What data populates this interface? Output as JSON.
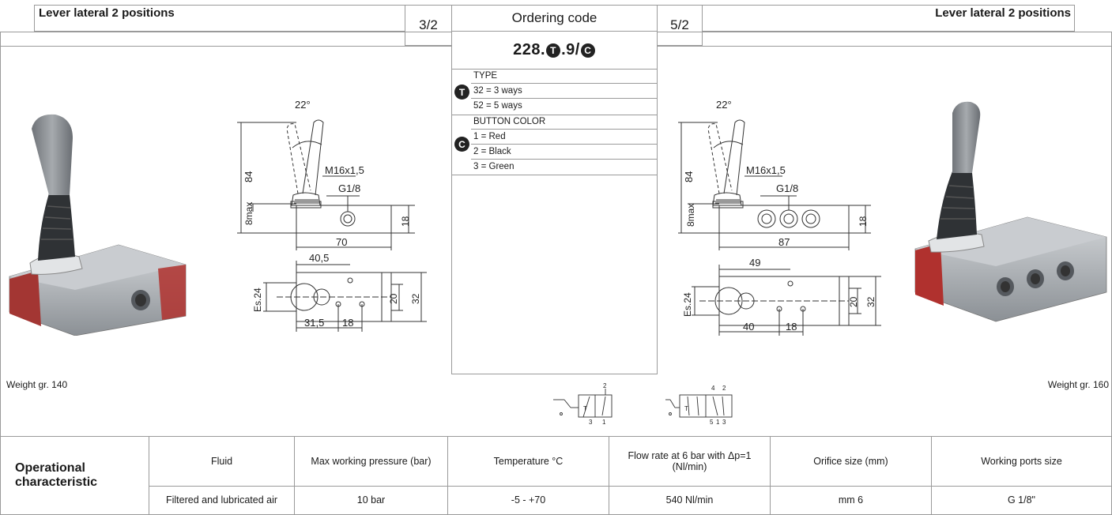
{
  "header": {
    "left_title": "Lever lateral 2 positions",
    "left_code": "3/2",
    "center_title": "Ordering code",
    "right_code": "5/2",
    "right_title": "Lever lateral 2 positions"
  },
  "ordering_code": {
    "prefix": "228.",
    "mid": ".9/",
    "t_symbol": "T",
    "c_symbol": "C",
    "type_label": "TYPE",
    "type_options": [
      "32 = 3 ways",
      "52 = 5 ways"
    ],
    "color_label": "BUTTON COLOR",
    "color_options": [
      "1 = Red",
      "2 = Black",
      "3 = Green"
    ]
  },
  "left_drawing": {
    "angle": "22°",
    "height": "84",
    "thread": "M16x1,5",
    "port": "G1/8",
    "max": "8max",
    "side": "18",
    "length": "70",
    "top_len": "40,5",
    "es": "Es.24",
    "w1": "20",
    "w2": "32",
    "bottom1": "31,5",
    "bottom2": "18"
  },
  "right_drawing": {
    "angle": "22°",
    "height": "84",
    "thread": "M16x1,5",
    "port": "G1/8",
    "max": "8max",
    "side": "18",
    "length": "87",
    "top_len": "49",
    "es": "Es.24",
    "w1": "20",
    "w2": "32",
    "bottom1": "40",
    "bottom2": "18"
  },
  "symbols": {
    "left_ports": [
      "2",
      "3",
      "1"
    ],
    "left_t": "T",
    "right_ports_top": [
      "4",
      "2"
    ],
    "right_ports_bottom": [
      "5",
      "1",
      "3"
    ],
    "right_t": "T"
  },
  "weights": {
    "left": "Weight gr. 140",
    "right": "Weight gr. 160"
  },
  "spec_table": {
    "row_label": "Operational characteristic",
    "headers": [
      "Fluid",
      "Max working pressure (bar)",
      "Temperature °C",
      "Flow rate at 6 bar with Δp=1 (Nl/min)",
      "Orifice size (mm)",
      "Working ports size"
    ],
    "values": [
      "Filtered and lubricated air",
      "10 bar",
      "-5 - +70",
      "540 Nl/min",
      "mm 6",
      "G 1/8\""
    ]
  },
  "colors": {
    "border": "#9a9a9a",
    "valve_body": "#b4b8bc",
    "lever_grey": "#8d9196",
    "red_end": "#b0312e"
  }
}
